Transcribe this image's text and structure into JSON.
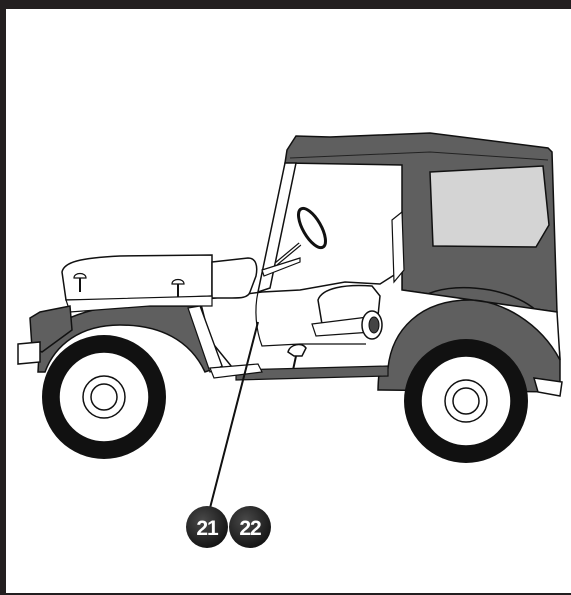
{
  "diagram": {
    "callouts": [
      {
        "label": "21"
      },
      {
        "label": "22"
      }
    ],
    "colors": {
      "frame": "#231f20",
      "body_fill": "#ffffff",
      "top_fill": "#5f5f5f",
      "fender_fill": "#5f5f5f",
      "window_fill": "#d4d4d4",
      "tire_fill": "#111111",
      "callout_fill": "#1a1a1a",
      "callout_text": "#ffffff"
    },
    "icons": [
      "jeep-illustration",
      "callout-marker"
    ]
  }
}
